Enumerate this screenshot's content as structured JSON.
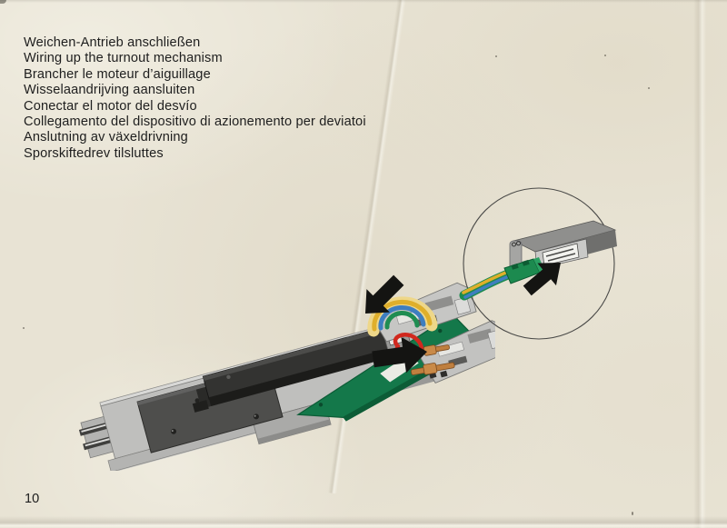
{
  "page": {
    "number": "10",
    "paper_color": "#e8e3d4",
    "text_color": "#1e1e1e"
  },
  "headings": {
    "lines": [
      {
        "language": "German",
        "text": "Weichen-Antrieb anschließen"
      },
      {
        "language": "English",
        "text": "Wiring up the turnout mechanism"
      },
      {
        "language": "French",
        "text": "Brancher le moteur d’aiguillage"
      },
      {
        "language": "Dutch",
        "text": "Wisselaandrijving aansluiten"
      },
      {
        "language": "Spanish",
        "text": "Conectar el motor del desvío"
      },
      {
        "language": "Italian",
        "text": "Collegamento del dispositivo di azionemento per deviatoi"
      },
      {
        "language": "Swedish",
        "text": "Anslutning av växeldrivning"
      },
      {
        "language": "Danish",
        "text": "Sporskiftedrev tilsluttes"
      }
    ]
  },
  "figure": {
    "main_description": "Underside of C-track turnout with switch mechanism, green circuit board and wiring",
    "inset_description": "Close-up: green plug with yellow and blue wires inserted into the mechanism socket",
    "colors": {
      "track_gray": "#c2c2c0",
      "track_gray_dark": "#9a9a98",
      "plate_dark": "#4e4e4c",
      "mechanism_dark": "#333331",
      "mechanism_front": "#1c1c1a",
      "pcb_green": "#14784a",
      "pcb_green_dark": "#0c5c36",
      "sticker_white": "#ebebe4",
      "wire_yellow": "#dfaf2b",
      "wire_yellow_halo": "#eed789",
      "wire_blue": "#3e7ec0",
      "wire_green": "#1f8d52",
      "wire_red": "#d1281e",
      "contact_copper": "#bf7f3f",
      "contact_copper_dark": "#7a4a1e",
      "arrow_black": "#141412",
      "outline_gray": "#4a4a48"
    }
  }
}
